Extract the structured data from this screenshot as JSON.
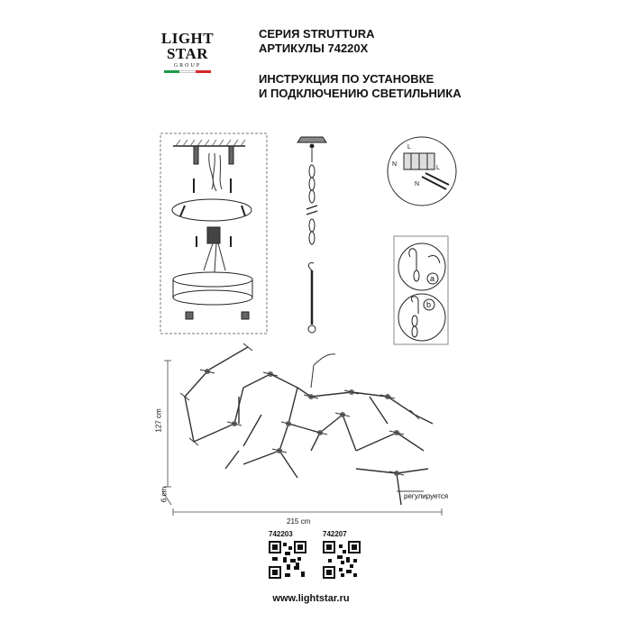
{
  "logo": {
    "line1": "LIGHT",
    "line2": "STAR",
    "line3": "GROUP",
    "flag_colors": [
      "#1f9a4a",
      "#ffffff",
      "#d62828"
    ]
  },
  "header": {
    "series": "СЕРИЯ STRUTTURA",
    "articles": "АРТИКУЛЫ 74220X",
    "title_line1": "ИНСТРУКЦИЯ ПО УСТАНОВКЕ",
    "title_line2": "И ПОДКЛЮЧЕНИЮ СВЕТИЛЬНИКА"
  },
  "terminal": {
    "labels": [
      "L",
      "N",
      "L",
      "N"
    ]
  },
  "hook_steps": {
    "step_a": "a",
    "step_b": "b"
  },
  "dimensions": {
    "height": "127 cm",
    "depth": "6 cm",
    "width": "215 cm",
    "adjustable_note": "регулируется"
  },
  "articles": [
    {
      "code": "742203"
    },
    {
      "code": "742207"
    }
  ],
  "footer": {
    "url": "www.lightstar.ru"
  }
}
